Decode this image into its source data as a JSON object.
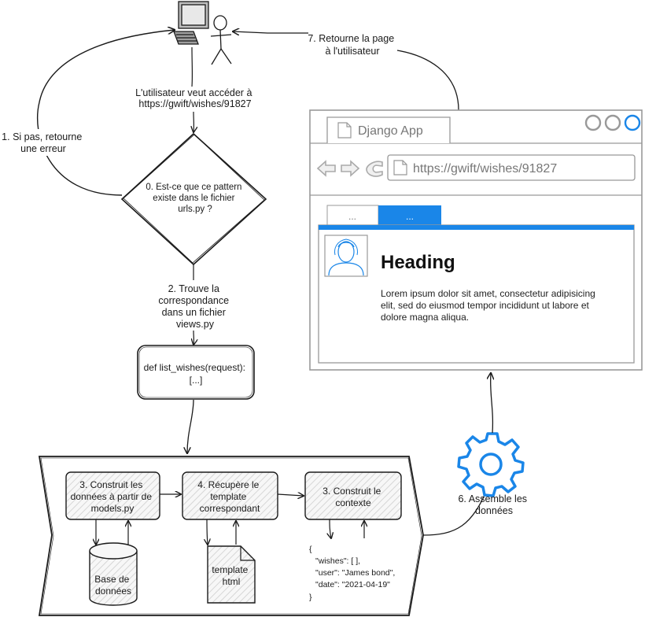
{
  "labels": {
    "user_wants": [
      "L'utilisateur veut accéder à",
      "https://gwift/wishes/91827"
    ],
    "step1": [
      "1. Si pas, retourne",
      "une erreur"
    ],
    "decision": [
      "0. Est-ce que ce pattern",
      "existe dans le fichier",
      "urls.py ?"
    ],
    "step2": [
      "2. Trouve la",
      "correspondance",
      "dans un fichier",
      "views.py"
    ],
    "view_code": [
      "def list_wishes(request):",
      "[...]"
    ],
    "step3a": [
      "3. Construit les",
      "données à partir de",
      "models.py"
    ],
    "step4": [
      "4. Récupère le",
      "template",
      "correspondant"
    ],
    "step3b": [
      "3. Construit le",
      "contexte"
    ],
    "database": [
      "Base de",
      "données"
    ],
    "template": [
      "template",
      "html"
    ],
    "context": [
      "{",
      "\"wishes\": [ ],",
      "\"user\": \"James bond\",",
      "\"date\": \"2021-04-19\"",
      "}"
    ],
    "step6": [
      "6. Assemble les",
      "données"
    ],
    "step7": [
      "7. Retourne la page",
      "à l'utilisateur"
    ]
  },
  "browser": {
    "tab_title": "Django App",
    "url": "https://gwift/wishes/91827",
    "tabs": [
      "...",
      "..."
    ],
    "heading": "Heading",
    "body": [
      "Lorem ipsum dolor sit amet, consectetur adipisicing",
      "elit, sed do eiusmod tempor incididunt ut labore et",
      "dolore magna aliqua."
    ]
  },
  "icons": {
    "user": "workstation-user-icon",
    "gear": "gear-icon",
    "avatar": "avatar-icon",
    "back": "back-arrow-icon",
    "forward": "forward-arrow-icon",
    "reload": "reload-icon",
    "page": "page-icon"
  },
  "colors": {
    "accent": "#1a86e8",
    "ink": "#1a1a1a",
    "hatch": "#e2e2e2",
    "muted": "#999999"
  }
}
